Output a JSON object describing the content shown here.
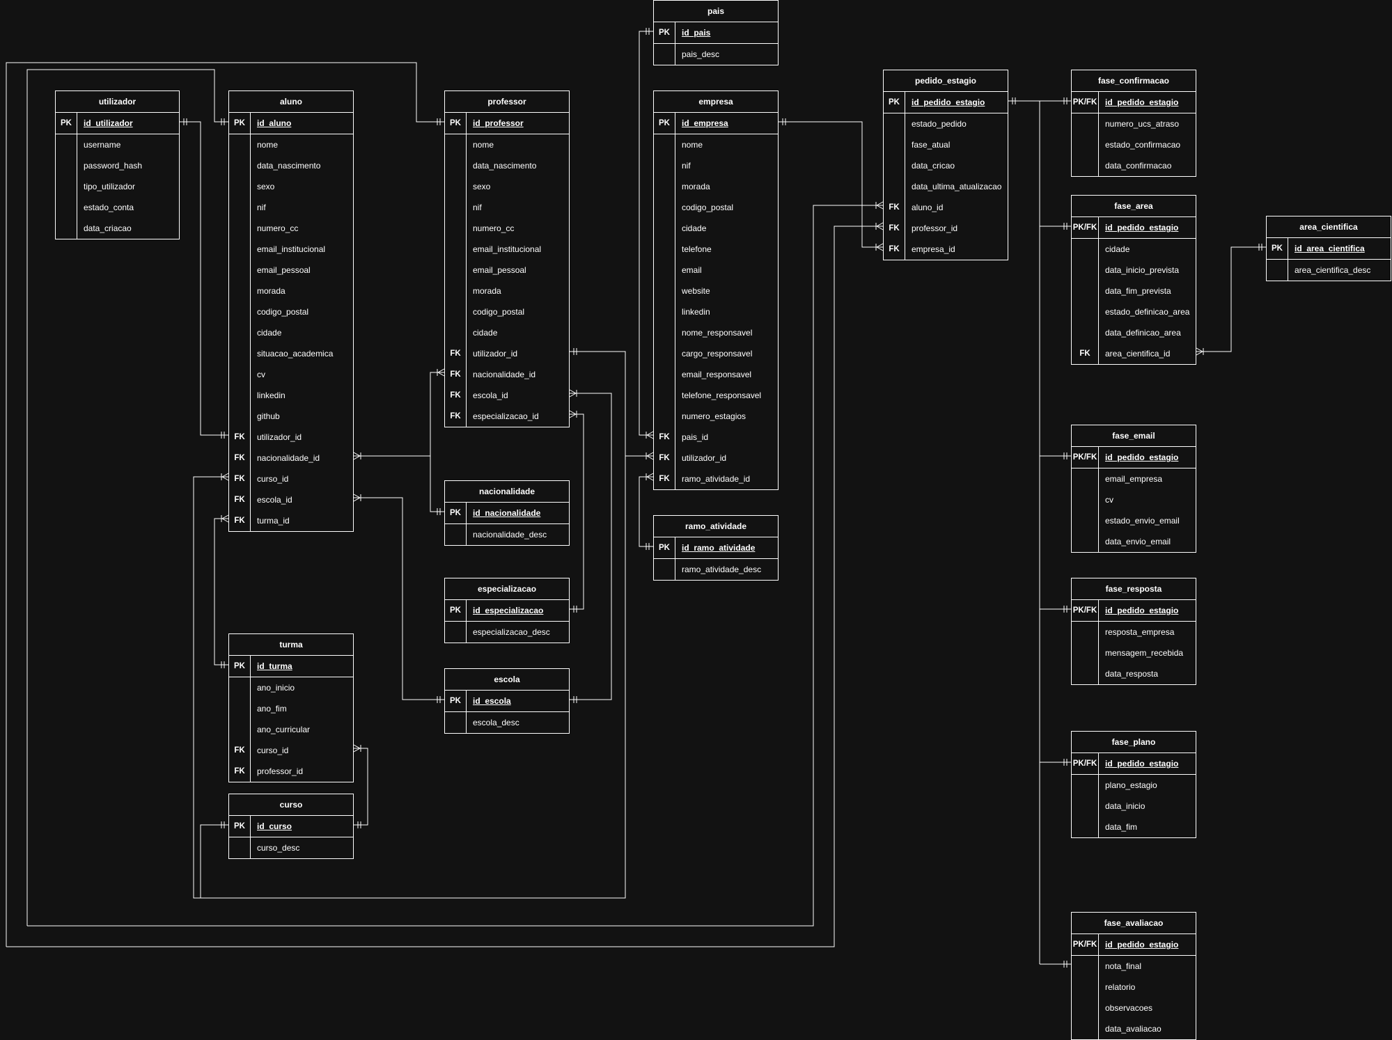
{
  "diagram": {
    "tables": [
      {
        "id": "utilizador",
        "title": "utilizador",
        "rows": [
          {
            "key": "PK",
            "field": "id_utilizador"
          },
          {
            "key": "",
            "field": "username"
          },
          {
            "key": "",
            "field": "password_hash"
          },
          {
            "key": "",
            "field": "tipo_utilizador"
          },
          {
            "key": "",
            "field": "estado_conta"
          },
          {
            "key": "",
            "field": "data_criacao"
          }
        ]
      },
      {
        "id": "aluno",
        "title": "aluno",
        "rows": [
          {
            "key": "PK",
            "field": "id_aluno"
          },
          {
            "key": "",
            "field": "nome"
          },
          {
            "key": "",
            "field": "data_nascimento"
          },
          {
            "key": "",
            "field": "sexo"
          },
          {
            "key": "",
            "field": "nif"
          },
          {
            "key": "",
            "field": "numero_cc"
          },
          {
            "key": "",
            "field": "email_institucional"
          },
          {
            "key": "",
            "field": "email_pessoal"
          },
          {
            "key": "",
            "field": "morada"
          },
          {
            "key": "",
            "field": "codigo_postal"
          },
          {
            "key": "",
            "field": "cidade"
          },
          {
            "key": "",
            "field": "situacao_academica"
          },
          {
            "key": "",
            "field": "cv"
          },
          {
            "key": "",
            "field": "linkedin"
          },
          {
            "key": "",
            "field": "github"
          },
          {
            "key": "FK",
            "field": "utilizador_id"
          },
          {
            "key": "FK",
            "field": "nacionalidade_id"
          },
          {
            "key": "FK",
            "field": "curso_id"
          },
          {
            "key": "FK",
            "field": "escola_id"
          },
          {
            "key": "FK",
            "field": "turma_id"
          }
        ]
      },
      {
        "id": "professor",
        "title": "professor",
        "rows": [
          {
            "key": "PK",
            "field": "id_professor"
          },
          {
            "key": "",
            "field": "nome"
          },
          {
            "key": "",
            "field": "data_nascimento"
          },
          {
            "key": "",
            "field": "sexo"
          },
          {
            "key": "",
            "field": "nif"
          },
          {
            "key": "",
            "field": "numero_cc"
          },
          {
            "key": "",
            "field": "email_institucional"
          },
          {
            "key": "",
            "field": "email_pessoal"
          },
          {
            "key": "",
            "field": "morada"
          },
          {
            "key": "",
            "field": "codigo_postal"
          },
          {
            "key": "",
            "field": "cidade"
          },
          {
            "key": "FK",
            "field": "utilizador_id"
          },
          {
            "key": "FK",
            "field": "nacionalidade_id"
          },
          {
            "key": "FK",
            "field": "escola_id"
          },
          {
            "key": "FK",
            "field": "especializacao_id"
          }
        ]
      },
      {
        "id": "nacionalidade",
        "title": "nacionalidade",
        "rows": [
          {
            "key": "PK",
            "field": "id_nacionalidade"
          },
          {
            "key": "",
            "field": "nacionalidade_desc"
          }
        ]
      },
      {
        "id": "especializacao",
        "title": "especializacao",
        "rows": [
          {
            "key": "PK",
            "field": "id_especializacao"
          },
          {
            "key": "",
            "field": "especializacao_desc"
          }
        ]
      },
      {
        "id": "escola",
        "title": "escola",
        "rows": [
          {
            "key": "PK",
            "field": "id_escola"
          },
          {
            "key": "",
            "field": "escola_desc"
          }
        ]
      },
      {
        "id": "turma",
        "title": "turma",
        "rows": [
          {
            "key": "PK",
            "field": "id_turma"
          },
          {
            "key": "",
            "field": "ano_inicio"
          },
          {
            "key": "",
            "field": "ano_fim"
          },
          {
            "key": "",
            "field": "ano_curricular"
          },
          {
            "key": "FK",
            "field": "curso_id"
          },
          {
            "key": "FK",
            "field": "professor_id"
          }
        ]
      },
      {
        "id": "curso",
        "title": "curso",
        "rows": [
          {
            "key": "PK",
            "field": "id_curso"
          },
          {
            "key": "",
            "field": "curso_desc"
          }
        ]
      },
      {
        "id": "pais",
        "title": "pais",
        "rows": [
          {
            "key": "PK",
            "field": "id_pais"
          },
          {
            "key": "",
            "field": "pais_desc"
          }
        ]
      },
      {
        "id": "empresa",
        "title": "empresa",
        "rows": [
          {
            "key": "PK",
            "field": "id_empresa"
          },
          {
            "key": "",
            "field": "nome"
          },
          {
            "key": "",
            "field": "nif"
          },
          {
            "key": "",
            "field": "morada"
          },
          {
            "key": "",
            "field": "codigo_postal"
          },
          {
            "key": "",
            "field": "cidade"
          },
          {
            "key": "",
            "field": "telefone"
          },
          {
            "key": "",
            "field": "email"
          },
          {
            "key": "",
            "field": "website"
          },
          {
            "key": "",
            "field": "linkedin"
          },
          {
            "key": "",
            "field": "nome_responsavel"
          },
          {
            "key": "",
            "field": "cargo_responsavel"
          },
          {
            "key": "",
            "field": "email_responsavel"
          },
          {
            "key": "",
            "field": "telefone_responsavel"
          },
          {
            "key": "",
            "field": "numero_estagios"
          },
          {
            "key": "FK",
            "field": "pais_id"
          },
          {
            "key": "FK",
            "field": "utilizador_id"
          },
          {
            "key": "FK",
            "field": "ramo_atividade_id"
          }
        ]
      },
      {
        "id": "ramo_atividade",
        "title": "ramo_atividade",
        "rows": [
          {
            "key": "PK",
            "field": "id_ramo_atividade"
          },
          {
            "key": "",
            "field": "ramo_atividade_desc"
          }
        ]
      },
      {
        "id": "pedido_estagio",
        "title": "pedido_estagio",
        "rows": [
          {
            "key": "PK",
            "field": "id_pedido_estagio"
          },
          {
            "key": "",
            "field": "estado_pedido"
          },
          {
            "key": "",
            "field": "fase_atual"
          },
          {
            "key": "",
            "field": "data_cricao"
          },
          {
            "key": "",
            "field": "data_ultima_atualizacao"
          },
          {
            "key": "FK",
            "field": "aluno_id"
          },
          {
            "key": "FK",
            "field": "professor_id"
          },
          {
            "key": "FK",
            "field": "empresa_id"
          }
        ]
      },
      {
        "id": "fase_confirmacao",
        "title": "fase_confirmacao",
        "rows": [
          {
            "key": "PK/FK",
            "field": "id_pedido_estagio"
          },
          {
            "key": "",
            "field": "numero_ucs_atraso"
          },
          {
            "key": "",
            "field": "estado_confirmacao"
          },
          {
            "key": "",
            "field": "data_confirmacao"
          }
        ]
      },
      {
        "id": "fase_area",
        "title": "fase_area",
        "rows": [
          {
            "key": "PK/FK",
            "field": "id_pedido_estagio"
          },
          {
            "key": "",
            "field": "cidade"
          },
          {
            "key": "",
            "field": "data_inicio_prevista"
          },
          {
            "key": "",
            "field": "data_fim_prevista"
          },
          {
            "key": "",
            "field": "estado_definicao_area"
          },
          {
            "key": "",
            "field": "data_definicao_area"
          },
          {
            "key": "FK",
            "field": "area_cientifica_id"
          }
        ]
      },
      {
        "id": "area_cientifica",
        "title": "area_cientifica",
        "rows": [
          {
            "key": "PK",
            "field": "id_area_cientifica"
          },
          {
            "key": "",
            "field": "area_cientifica_desc"
          }
        ]
      },
      {
        "id": "fase_email",
        "title": "fase_email",
        "rows": [
          {
            "key": "PK/FK",
            "field": "id_pedido_estagio"
          },
          {
            "key": "",
            "field": "email_empresa"
          },
          {
            "key": "",
            "field": "cv"
          },
          {
            "key": "",
            "field": "estado_envio_email"
          },
          {
            "key": "",
            "field": "data_envio_email"
          }
        ]
      },
      {
        "id": "fase_resposta",
        "title": "fase_resposta",
        "rows": [
          {
            "key": "PK/FK",
            "field": "id_pedido_estagio"
          },
          {
            "key": "",
            "field": "resposta_empresa"
          },
          {
            "key": "",
            "field": "mensagem_recebida"
          },
          {
            "key": "",
            "field": "data_resposta"
          }
        ]
      },
      {
        "id": "fase_plano",
        "title": "fase_plano",
        "rows": [
          {
            "key": "PK/FK",
            "field": "id_pedido_estagio"
          },
          {
            "key": "",
            "field": "plano_estagio"
          },
          {
            "key": "",
            "field": "data_inicio"
          },
          {
            "key": "",
            "field": "data_fim"
          }
        ]
      },
      {
        "id": "fase_avaliacao",
        "title": "fase_avaliacao",
        "rows": [
          {
            "key": "PK/FK",
            "field": "id_pedido_estagio"
          },
          {
            "key": "",
            "field": "nota_final"
          },
          {
            "key": "",
            "field": "relatorio"
          },
          {
            "key": "",
            "field": "observacoes"
          },
          {
            "key": "",
            "field": "data_avaliacao"
          }
        ]
      }
    ],
    "colors": {
      "background": "#121212",
      "line": "#ffffff"
    }
  }
}
